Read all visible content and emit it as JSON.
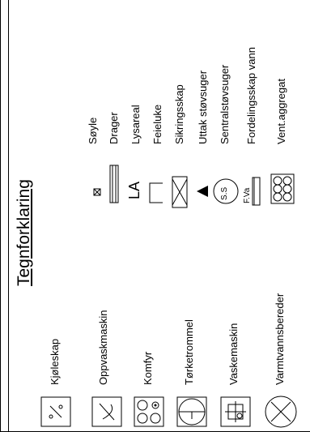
{
  "legend": {
    "title": "Tegnforklaring",
    "left_items": [
      {
        "label": "Kjøleskap",
        "icon": "fridge-icon"
      },
      {
        "label": "Oppvaskmaskin",
        "icon": "dishwasher-icon"
      },
      {
        "label": "Komfyr",
        "icon": "stove-icon"
      },
      {
        "label": "Tørketrommel",
        "icon": "dryer-icon"
      },
      {
        "label": "Vaskemaskin",
        "icon": "washing-machine-icon"
      },
      {
        "label": "Varmtvannsbereder",
        "icon": "water-heater-icon"
      }
    ],
    "right_items": [
      {
        "label": "Søyle",
        "icon": "column-icon"
      },
      {
        "label": "Drager",
        "icon": "beam-icon"
      },
      {
        "label": "Lysareal",
        "icon": "light-area-icon"
      },
      {
        "label": "Feieluke",
        "icon": "sweep-hatch-icon"
      },
      {
        "label": "Sikringsskap",
        "icon": "fuse-box-icon"
      },
      {
        "label": "Uttak støvsuger",
        "icon": "vacuum-outlet-icon"
      },
      {
        "label": "Sentralstøvsuger",
        "icon": "central-vacuum-icon"
      },
      {
        "label": "Fordelingsskap vann",
        "icon": "water-distribution-cabinet-icon"
      },
      {
        "label": "Vent.aggregat",
        "icon": "ventilation-unit-icon"
      }
    ],
    "symbol_text": {
      "light_area": "LA",
      "central_vacuum": "S.S",
      "water_distribution": "F.Va"
    }
  }
}
